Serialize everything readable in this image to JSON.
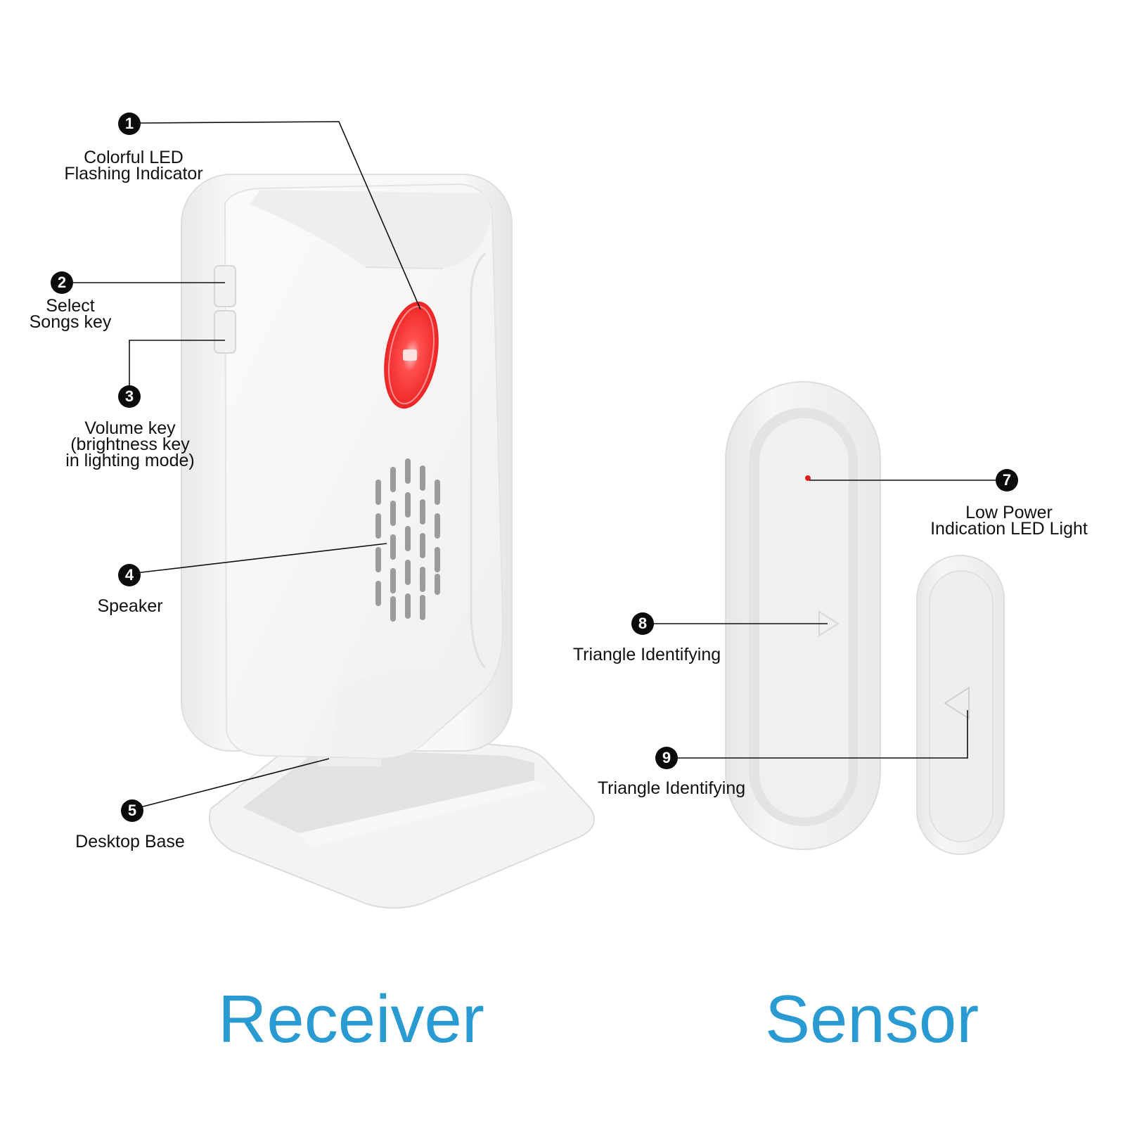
{
  "colors": {
    "title": "#2a9ad3",
    "device_white": "#f4f4f4",
    "led_red": "#ff2a2a",
    "leader_line": "#111111"
  },
  "callouts": [
    {
      "number": "1",
      "lines": [
        "Colorful LED",
        "Flashing Indicator"
      ]
    },
    {
      "number": "2",
      "lines": [
        "Select",
        "Songs key"
      ]
    },
    {
      "number": "3",
      "lines": [
        "Volume key",
        "(brightness key",
        "in lighting mode)"
      ]
    },
    {
      "number": "4",
      "lines": [
        "Speaker"
      ]
    },
    {
      "number": "5",
      "lines": [
        "Desktop Base"
      ]
    },
    {
      "number": "7",
      "lines": [
        "Low Power",
        "Indication LED Light"
      ]
    },
    {
      "number": "8",
      "lines": [
        "Triangle Identifying"
      ]
    },
    {
      "number": "9",
      "lines": [
        "Triangle Identifying"
      ]
    }
  ],
  "titles": {
    "receiver": "Receiver",
    "sensor": "Sensor"
  }
}
